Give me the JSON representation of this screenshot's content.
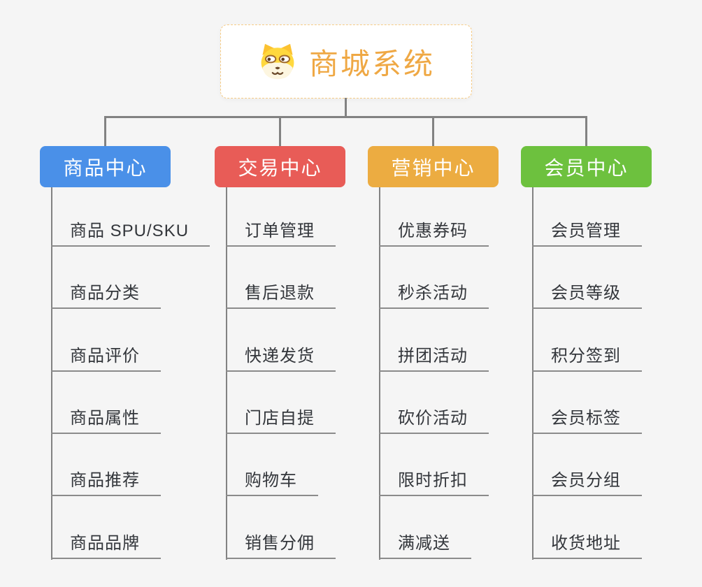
{
  "root": {
    "title": "商城系统",
    "icon": "dog-face-icon"
  },
  "colors": {
    "background": "#f5f5f5",
    "root_text": "#efa844",
    "root_border": "#f6cb85",
    "connector": "#828282",
    "leaf_underline": "#8b8b8b",
    "leaf_text": "#33363b",
    "branch_product": "#4a90e8",
    "branch_trade": "#e85c57",
    "branch_marketing": "#ecac41",
    "branch_member": "#6dc13e"
  },
  "branches": [
    {
      "label": "商品中心",
      "children": [
        "商品 SPU/SKU",
        "商品分类",
        "商品评价",
        "商品属性",
        "商品推荐",
        "商品品牌"
      ]
    },
    {
      "label": "交易中心",
      "children": [
        "订单管理",
        "售后退款",
        "快递发货",
        "门店自提",
        "购物车",
        "销售分佣"
      ]
    },
    {
      "label": "营销中心",
      "children": [
        "优惠券码",
        "秒杀活动",
        "拼团活动",
        "砍价活动",
        "限时折扣",
        "满减送"
      ]
    },
    {
      "label": "会员中心",
      "children": [
        "会员管理",
        "会员等级",
        "积分签到",
        "会员标签",
        "会员分组",
        "收货地址"
      ]
    }
  ]
}
